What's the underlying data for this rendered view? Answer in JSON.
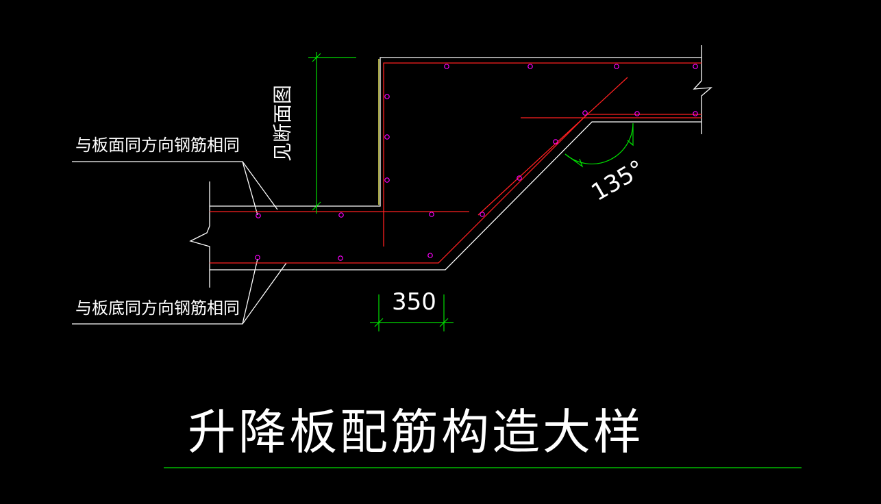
{
  "title": "升降板配筋构造大样",
  "labels": {
    "top_note": "与板面同方向钢筋相同",
    "bottom_note": "与板底同方向钢筋相同",
    "section_note": "见断面图"
  },
  "dimension": "350",
  "angle": "135°",
  "colors": {
    "background": "#000000",
    "concrete_outline": "#ffffff",
    "rebar": "#ff2020",
    "stirrup_dots": "#ff00ff",
    "dimension_lines": "#00e000",
    "yellow_edge": "#ffff66"
  }
}
